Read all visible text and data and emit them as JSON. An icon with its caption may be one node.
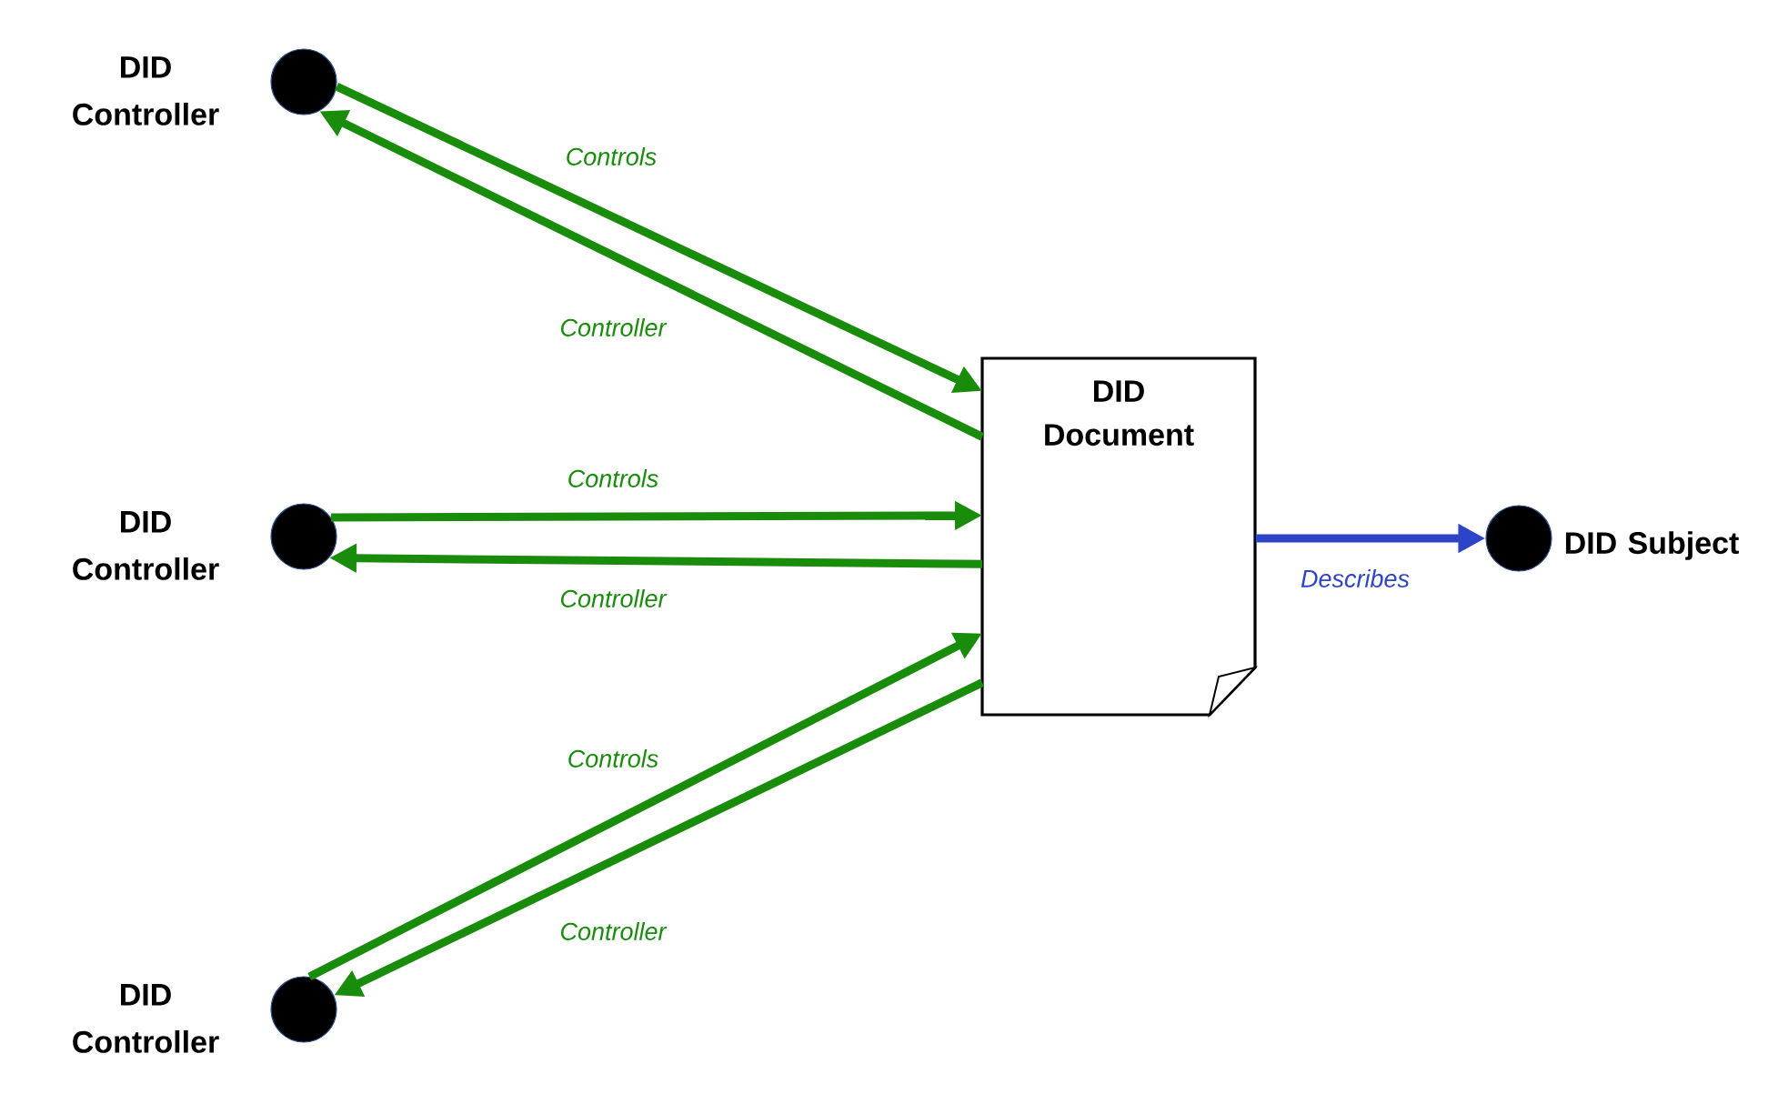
{
  "diagram": {
    "nodes": [
      {
        "text": [],
        "shape": "circle",
        "beside": [
          "DID Controller"
        ]
      },
      {
        "text": [],
        "shape": "circle",
        "beside": [
          "DID Controller"
        ]
      },
      {
        "text": [],
        "shape": "circle",
        "beside": [
          "DID Controller"
        ]
      },
      {
        "text": [
          "DID Document"
        ]
      },
      {
        "text": [],
        "shape": "circle",
        "beside": [
          "DID Subject"
        ]
      }
    ],
    "edges": [
      {
        "from": 0,
        "to": 3,
        "arrow": "to",
        "label": "Controls"
      },
      {
        "from": 3,
        "to": 0,
        "arrow": "to",
        "label": "Controller"
      },
      {
        "from": 1,
        "to": 3,
        "arrow": "to",
        "label": "Controls"
      },
      {
        "from": 3,
        "to": 1,
        "arrow": "to",
        "label": "Controller"
      },
      {
        "from": 2,
        "to": 3,
        "arrow": "to",
        "label": "Controls"
      },
      {
        "from": 3,
        "to": 2,
        "arrow": "to",
        "label": "Controller"
      },
      {
        "from": 3,
        "to": 4,
        "arrow": "to",
        "label": "Describes",
        "color": "#2e44c8"
      }
    ]
  }
}
